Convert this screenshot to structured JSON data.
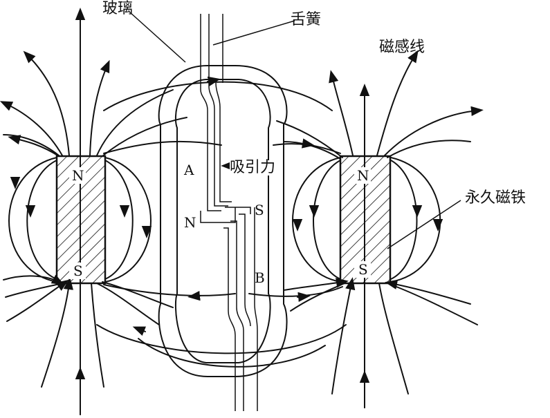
{
  "labels": {
    "glass": "玻璃",
    "reed": "舌簧",
    "field_lines": "磁感线",
    "permanent_magnet": "永久磁铁",
    "attraction": "吸引力",
    "contact_a": "A",
    "contact_b": "B",
    "reed_upper_pole": "N",
    "reed_lower_pole": "S"
  },
  "magnets": [
    {
      "name": "left-magnet",
      "top_pole": "N",
      "bottom_pole": "S"
    },
    {
      "name": "right-magnet",
      "top_pole": "N",
      "bottom_pole": "S"
    }
  ],
  "colors": {
    "line": "#111111",
    "background": "#ffffff"
  }
}
